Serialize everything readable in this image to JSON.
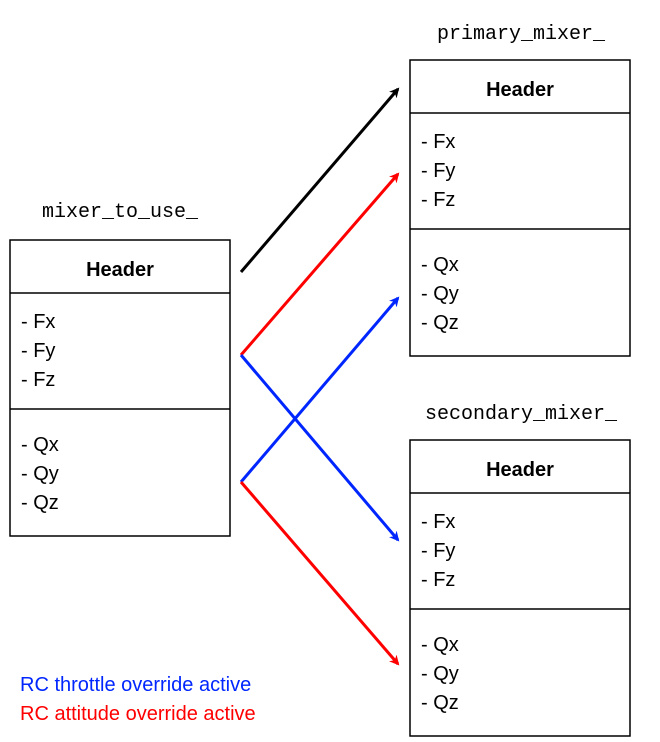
{
  "boxes": {
    "mixer_to_use": {
      "title": "mixer_to_use_",
      "header": "Header",
      "forces": [
        "- Fx",
        "- Fy",
        "- Fz"
      ],
      "moments": [
        "- Qx",
        "- Qy",
        "- Qz"
      ]
    },
    "primary": {
      "title": "primary_mixer_",
      "header": "Header",
      "forces": [
        "- Fx",
        "- Fy",
        "- Fz"
      ],
      "moments": [
        "- Qx",
        "- Qy",
        "- Qz"
      ]
    },
    "secondary": {
      "title": "secondary_mixer_",
      "header": "Header",
      "forces": [
        "- Fx",
        "- Fy",
        "- Fz"
      ],
      "moments": [
        "- Qx",
        "- Qy",
        "- Qz"
      ]
    }
  },
  "legend": {
    "throttle": {
      "label": "RC throttle override active",
      "color": "#0026ff"
    },
    "attitude": {
      "label": "RC attitude override active",
      "color": "#ff0000"
    }
  },
  "colors": {
    "default": "#000000",
    "throttle": "#0026ff",
    "attitude": "#ff0000"
  }
}
